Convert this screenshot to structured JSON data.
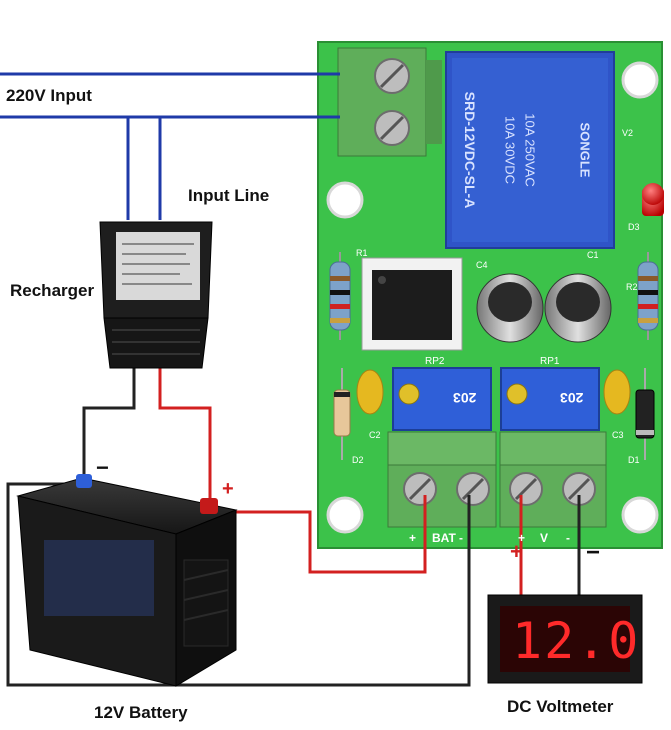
{
  "labels": {
    "input_220v": "220V Input",
    "input_line": "Input Line",
    "recharger": "Recharger",
    "battery": "12V Battery",
    "voltmeter": "DC Voltmeter"
  },
  "voltmeter": {
    "reading": "12.0"
  },
  "terminals": {
    "bat_plus": "+",
    "bat_label": "BAT",
    "bat_minus": "-",
    "v_plus": "+",
    "v_label": "V",
    "v_minus": "-"
  },
  "battery_polarity": {
    "minus": "−",
    "plus": "+"
  },
  "voltmeter_polarity": {
    "plus": "+",
    "minus": "−"
  },
  "relay": {
    "line1": "10A 250VAC",
    "line2": "10A 30VDC",
    "line3": "SRD-12VDC-SL-A",
    "brand": "SONGLE"
  },
  "pots": {
    "rp1_label": "RP1",
    "rp1_code": "203",
    "rp2_label": "RP2",
    "rp2_code": "203"
  },
  "components": {
    "c1": "C1",
    "c2": "C2",
    "c3": "C3",
    "c4": "C4",
    "d1": "D1",
    "d2": "D2",
    "d3": "D3",
    "r1": "R1",
    "r2": "R2",
    "v2": "V2"
  },
  "colors": {
    "ac_wire": "#1f3aa8",
    "dc_positive": "#d32020",
    "dc_negative": "#222222",
    "pcb": "#3cc24a",
    "terminal_block": "#5fae5a",
    "relay": "#2f54c8",
    "seven_segment": "#ff2a2a"
  }
}
